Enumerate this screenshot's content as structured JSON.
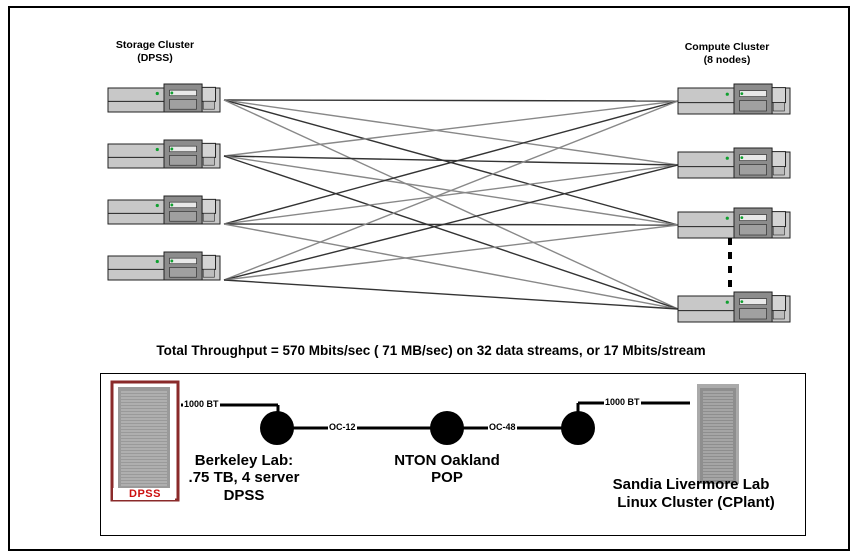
{
  "storage_cluster": {
    "title": "Storage Cluster",
    "subtitle": "(DPSS)"
  },
  "compute_cluster": {
    "title": "Compute Cluster",
    "subtitle": "(8 nodes)"
  },
  "throughput_text": "Total Throughput = 570 Mbits/sec ( 71 MB/sec) on 32 data streams, or 17 Mbits/stream",
  "network": {
    "link_left": "1000 BT",
    "link_oc12": "OC-12",
    "link_oc48": "OC-48",
    "link_right": "1000 BT",
    "dpss_badge": "DPSS",
    "berkeley": {
      "line1": "Berkeley Lab:",
      "line2": ".75 TB,  4 server",
      "line3": "DPSS"
    },
    "nton": {
      "line1": "NTON Oakland",
      "line2": "POP"
    },
    "sandia": {
      "line1": "Sandia Livermore Lab",
      "line2": "Linux Cluster  (CPlant)"
    }
  },
  "colors": {
    "server_body": "#c8c8c8",
    "server_dark": "#8c8c8c",
    "link_dark": "#333333",
    "link_light": "#888888",
    "router": "#000000",
    "tower": "#a8a8a8"
  }
}
